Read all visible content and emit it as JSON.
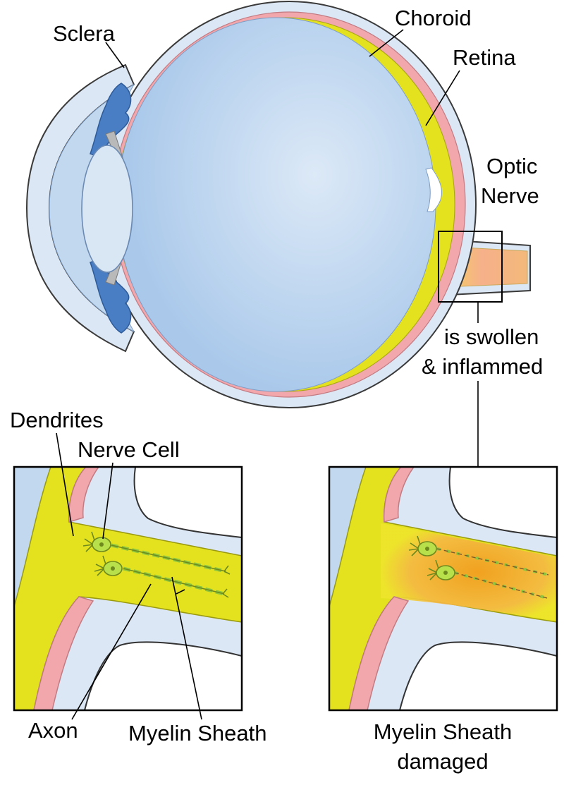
{
  "labels": {
    "sclera": "Sclera",
    "choroid": "Choroid",
    "retina": "Retina",
    "optic_nerve_line1": "Optic",
    "optic_nerve_line2": "Nerve",
    "swollen_line1": "is swollen",
    "swollen_line2": "& inflammed",
    "dendrites": "Dendrites",
    "nerve_cell": "Nerve Cell",
    "axon": "Axon",
    "myelin_sheath": "Myelin Sheath",
    "damaged_line1": "Myelin Sheath",
    "damaged_line2": "damaged"
  },
  "colors": {
    "sclera": "#dce7f5",
    "vitreous": "#b9d4ee",
    "choroid": "#f2a7ad",
    "retina": "#e4e21e",
    "iris": "#4a7ec4",
    "nerve_healthy": "#eeea2a",
    "nerve_inflamed": "#f3a53b",
    "nerve_cell": "#b8e04a",
    "outline": "#3a3a3a"
  }
}
